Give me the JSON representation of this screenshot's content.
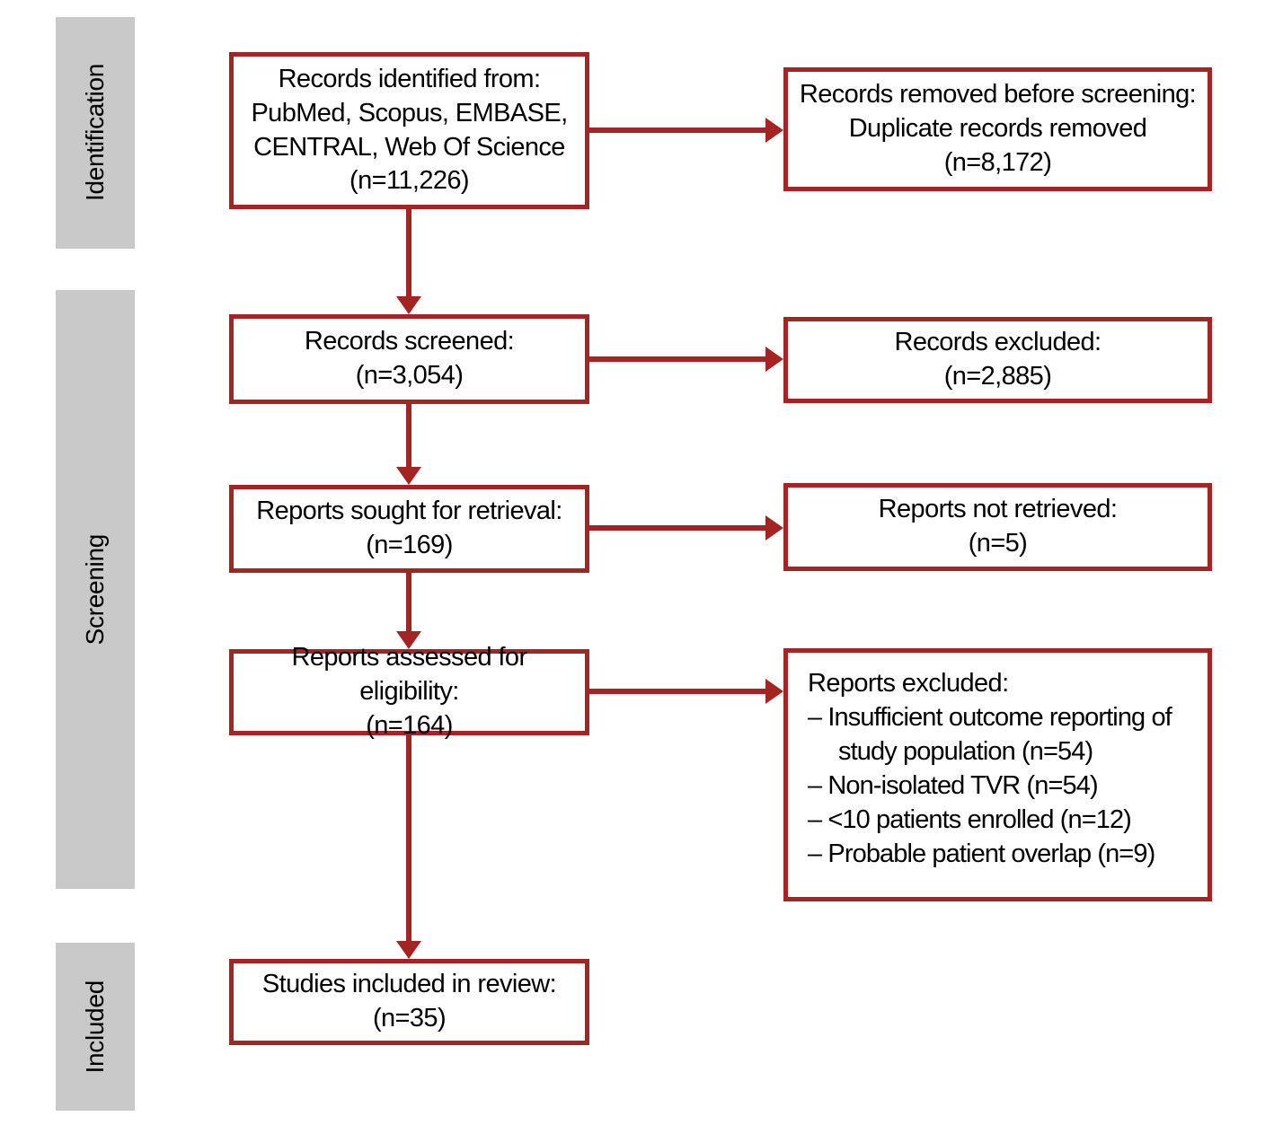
{
  "colors": {
    "accent": "#a42423",
    "stage_bg": "#c9c9c9",
    "text": "#000000",
    "background": "#ffffff"
  },
  "stages": [
    {
      "label": "Identification"
    },
    {
      "label": "Screening"
    },
    {
      "label": "Included"
    }
  ],
  "boxes": {
    "identified": {
      "text": "Records identified from:\nPubMed, Scopus, EMBASE,\nCENTRAL, Web Of Science\n(n=11,226)"
    },
    "removed": {
      "text": "Records removed before screening:\nDuplicate records removed\n(n=8,172)"
    },
    "screened": {
      "text": "Records screened:\n(n=3,054)"
    },
    "excluded": {
      "text": "Records excluded:\n(n=2,885)"
    },
    "sought": {
      "text": "Reports sought for retrieval:\n(n=169)"
    },
    "not_retrieved": {
      "text": "Reports not retrieved:\n(n=5)"
    },
    "assessed": {
      "text": "Reports assessed for eligibility:\n(n=164)"
    },
    "reports_excluded": {
      "title": "Reports excluded:",
      "items": [
        "– Insufficient outcome reporting of study population (n=54)",
        "– Non-isolated TVR (n=54)",
        "– <10 patients enrolled (n=12)",
        "– Probable patient overlap (n=9)"
      ]
    },
    "included": {
      "text": "Studies included in review:\n(n=35)"
    }
  }
}
